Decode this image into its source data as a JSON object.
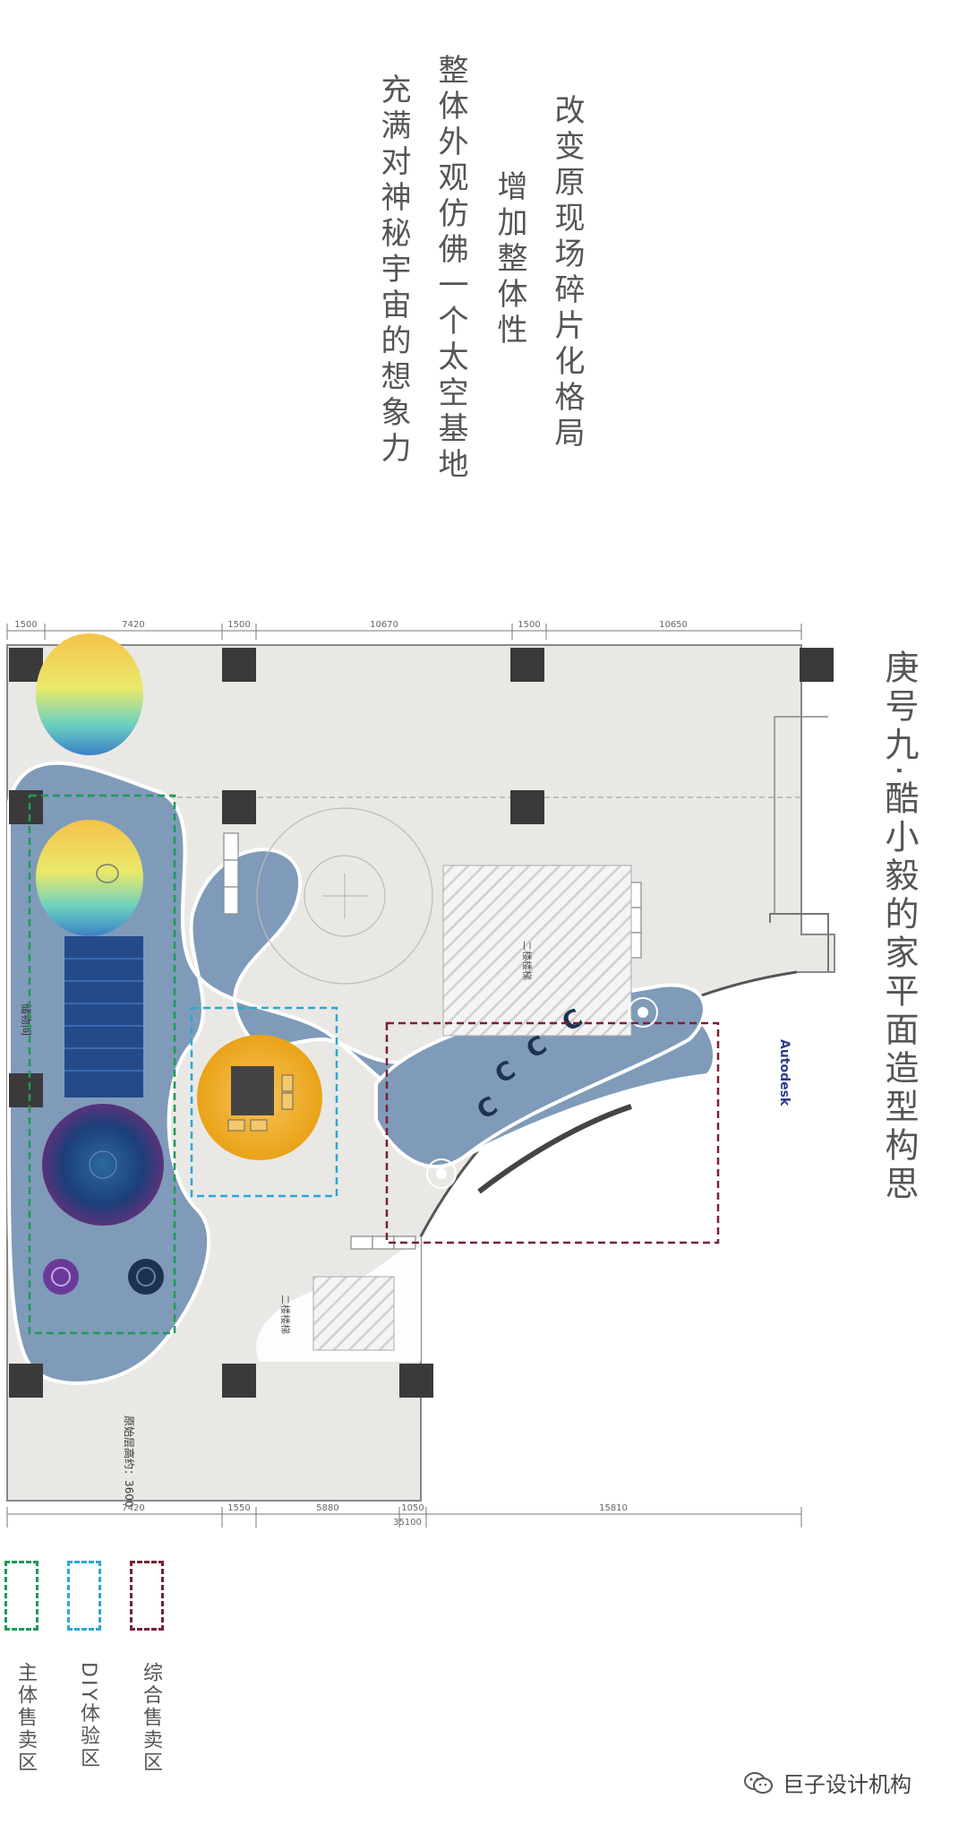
{
  "intro": {
    "line1": "改变原现场碎片化格局",
    "line2": "增加整体性",
    "line3": "整体外观仿佛一个太空基地",
    "line4": "充满对神秘宇宙的想象力"
  },
  "plan_title": "庚号九·酷小毅的家平面造型构思",
  "dimensions": {
    "top": [
      "1500",
      "7420",
      "1500",
      "10670",
      "1500",
      "10650"
    ],
    "bottom": [
      "7420",
      "1550",
      "5880",
      "1050",
      "15810"
    ],
    "bottom_total": "35100"
  },
  "plan_labels": {
    "storage": "储物间",
    "stairs_up": "二楼楼梯",
    "stairs_down": "二楼楼梯",
    "annot": "原始层高约：3600",
    "autodesk": "Autodesk"
  },
  "legend": [
    {
      "label": "综合售卖区",
      "color": "#7a1f36"
    },
    {
      "label": "DIY体验区",
      "color": "#2aa7d6"
    },
    {
      "label": "主体售卖区",
      "color": "#1e9a56"
    }
  ],
  "footer": {
    "text": "巨子设计机构",
    "icon": "wechat-icon"
  },
  "colors": {
    "floor": "#e9e8e5",
    "zone_fill": "#7f9bb9",
    "column": "#3a3a3a"
  }
}
